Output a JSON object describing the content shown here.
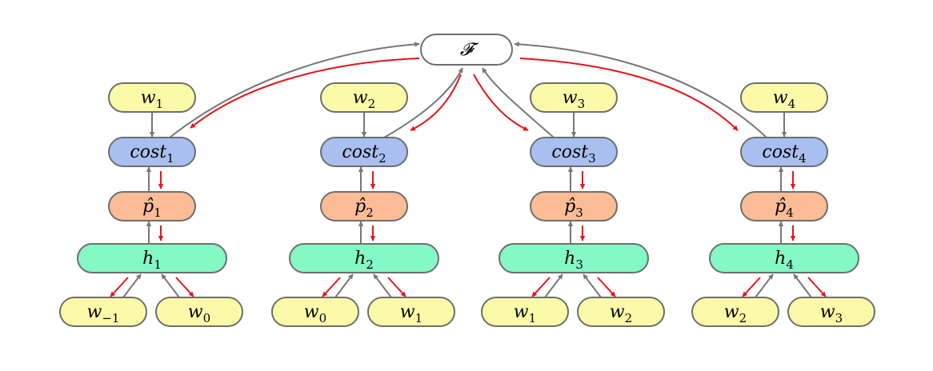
{
  "root": {
    "label": "𝓕",
    "color": "#ffffff"
  },
  "colors": {
    "word": "#fafaa8",
    "cost": "#a9bfef",
    "prob": "#fcbc95",
    "hidden": "#84f8c5",
    "forward_arrow": "#777777",
    "backward_arrow": "#e8141a"
  },
  "columns": [
    {
      "target": {
        "label": "w",
        "sub": "1"
      },
      "cost": {
        "label": "cost",
        "sub": "1"
      },
      "prob": {
        "label": "p̂",
        "sub": "1"
      },
      "hidden": {
        "label": "h",
        "sub": "1"
      },
      "inputs": [
        {
          "label": "w",
          "sub": "−1"
        },
        {
          "label": "w",
          "sub": "0"
        }
      ]
    },
    {
      "target": {
        "label": "w",
        "sub": "2"
      },
      "cost": {
        "label": "cost",
        "sub": "2"
      },
      "prob": {
        "label": "p̂",
        "sub": "2"
      },
      "hidden": {
        "label": "h",
        "sub": "2"
      },
      "inputs": [
        {
          "label": "w",
          "sub": "0"
        },
        {
          "label": "w",
          "sub": "1"
        }
      ]
    },
    {
      "target": {
        "label": "w",
        "sub": "3"
      },
      "cost": {
        "label": "cost",
        "sub": "3"
      },
      "prob": {
        "label": "p̂",
        "sub": "3"
      },
      "hidden": {
        "label": "h",
        "sub": "3"
      },
      "inputs": [
        {
          "label": "w",
          "sub": "1"
        },
        {
          "label": "w",
          "sub": "2"
        }
      ]
    },
    {
      "target": {
        "label": "w",
        "sub": "4"
      },
      "cost": {
        "label": "cost",
        "sub": "4"
      },
      "prob": {
        "label": "p̂",
        "sub": "4"
      },
      "hidden": {
        "label": "h",
        "sub": "4"
      },
      "inputs": [
        {
          "label": "w",
          "sub": "2"
        },
        {
          "label": "w",
          "sub": "3"
        }
      ]
    }
  ]
}
